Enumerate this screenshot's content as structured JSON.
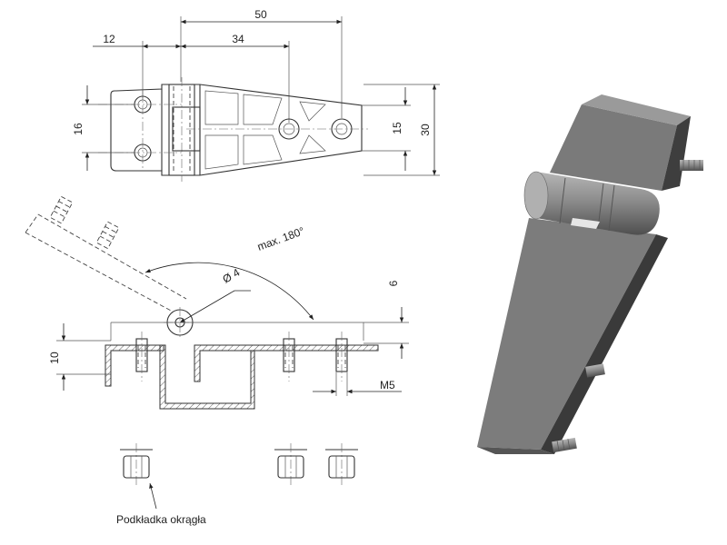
{
  "drawing": {
    "dimensions": {
      "d50": "50",
      "d12": "12",
      "d34": "34",
      "d16": "16",
      "d15": "15",
      "d30": "30",
      "d10": "10",
      "d6": "6",
      "angle": "max. 180°",
      "diameter": "Ø 4",
      "thread": "M5"
    },
    "caption": "Podkładka okrągła"
  },
  "colors": {
    "line": "#333333",
    "part_light": "#8a8a8a",
    "part_dark": "#4a4a4a",
    "part_mid": "#6e6e6e"
  }
}
